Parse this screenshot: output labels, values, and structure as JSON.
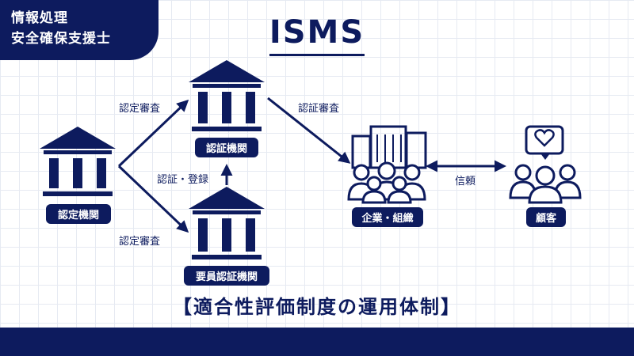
{
  "badge": {
    "line1": "情報処理",
    "line2": "安全確保支援士"
  },
  "title": "ISMS",
  "nodes": {
    "accreditation_body": "認定機関",
    "certification_body": "認証機関",
    "personnel_certification_body": "要員認証機関",
    "organization": "企業・組織",
    "customer": "顧客"
  },
  "edges": {
    "accreditation_upper": "認定審査",
    "accreditation_lower": "認定審査",
    "certification_audit": "認証審査",
    "cert_register": "認証・登録",
    "trust": "信頼"
  },
  "caption": "【適合性評価制度の運用体制】",
  "colors": {
    "primary": "#0d1b5e",
    "background": "#ffffff",
    "grid": "#e6eaf2"
  }
}
